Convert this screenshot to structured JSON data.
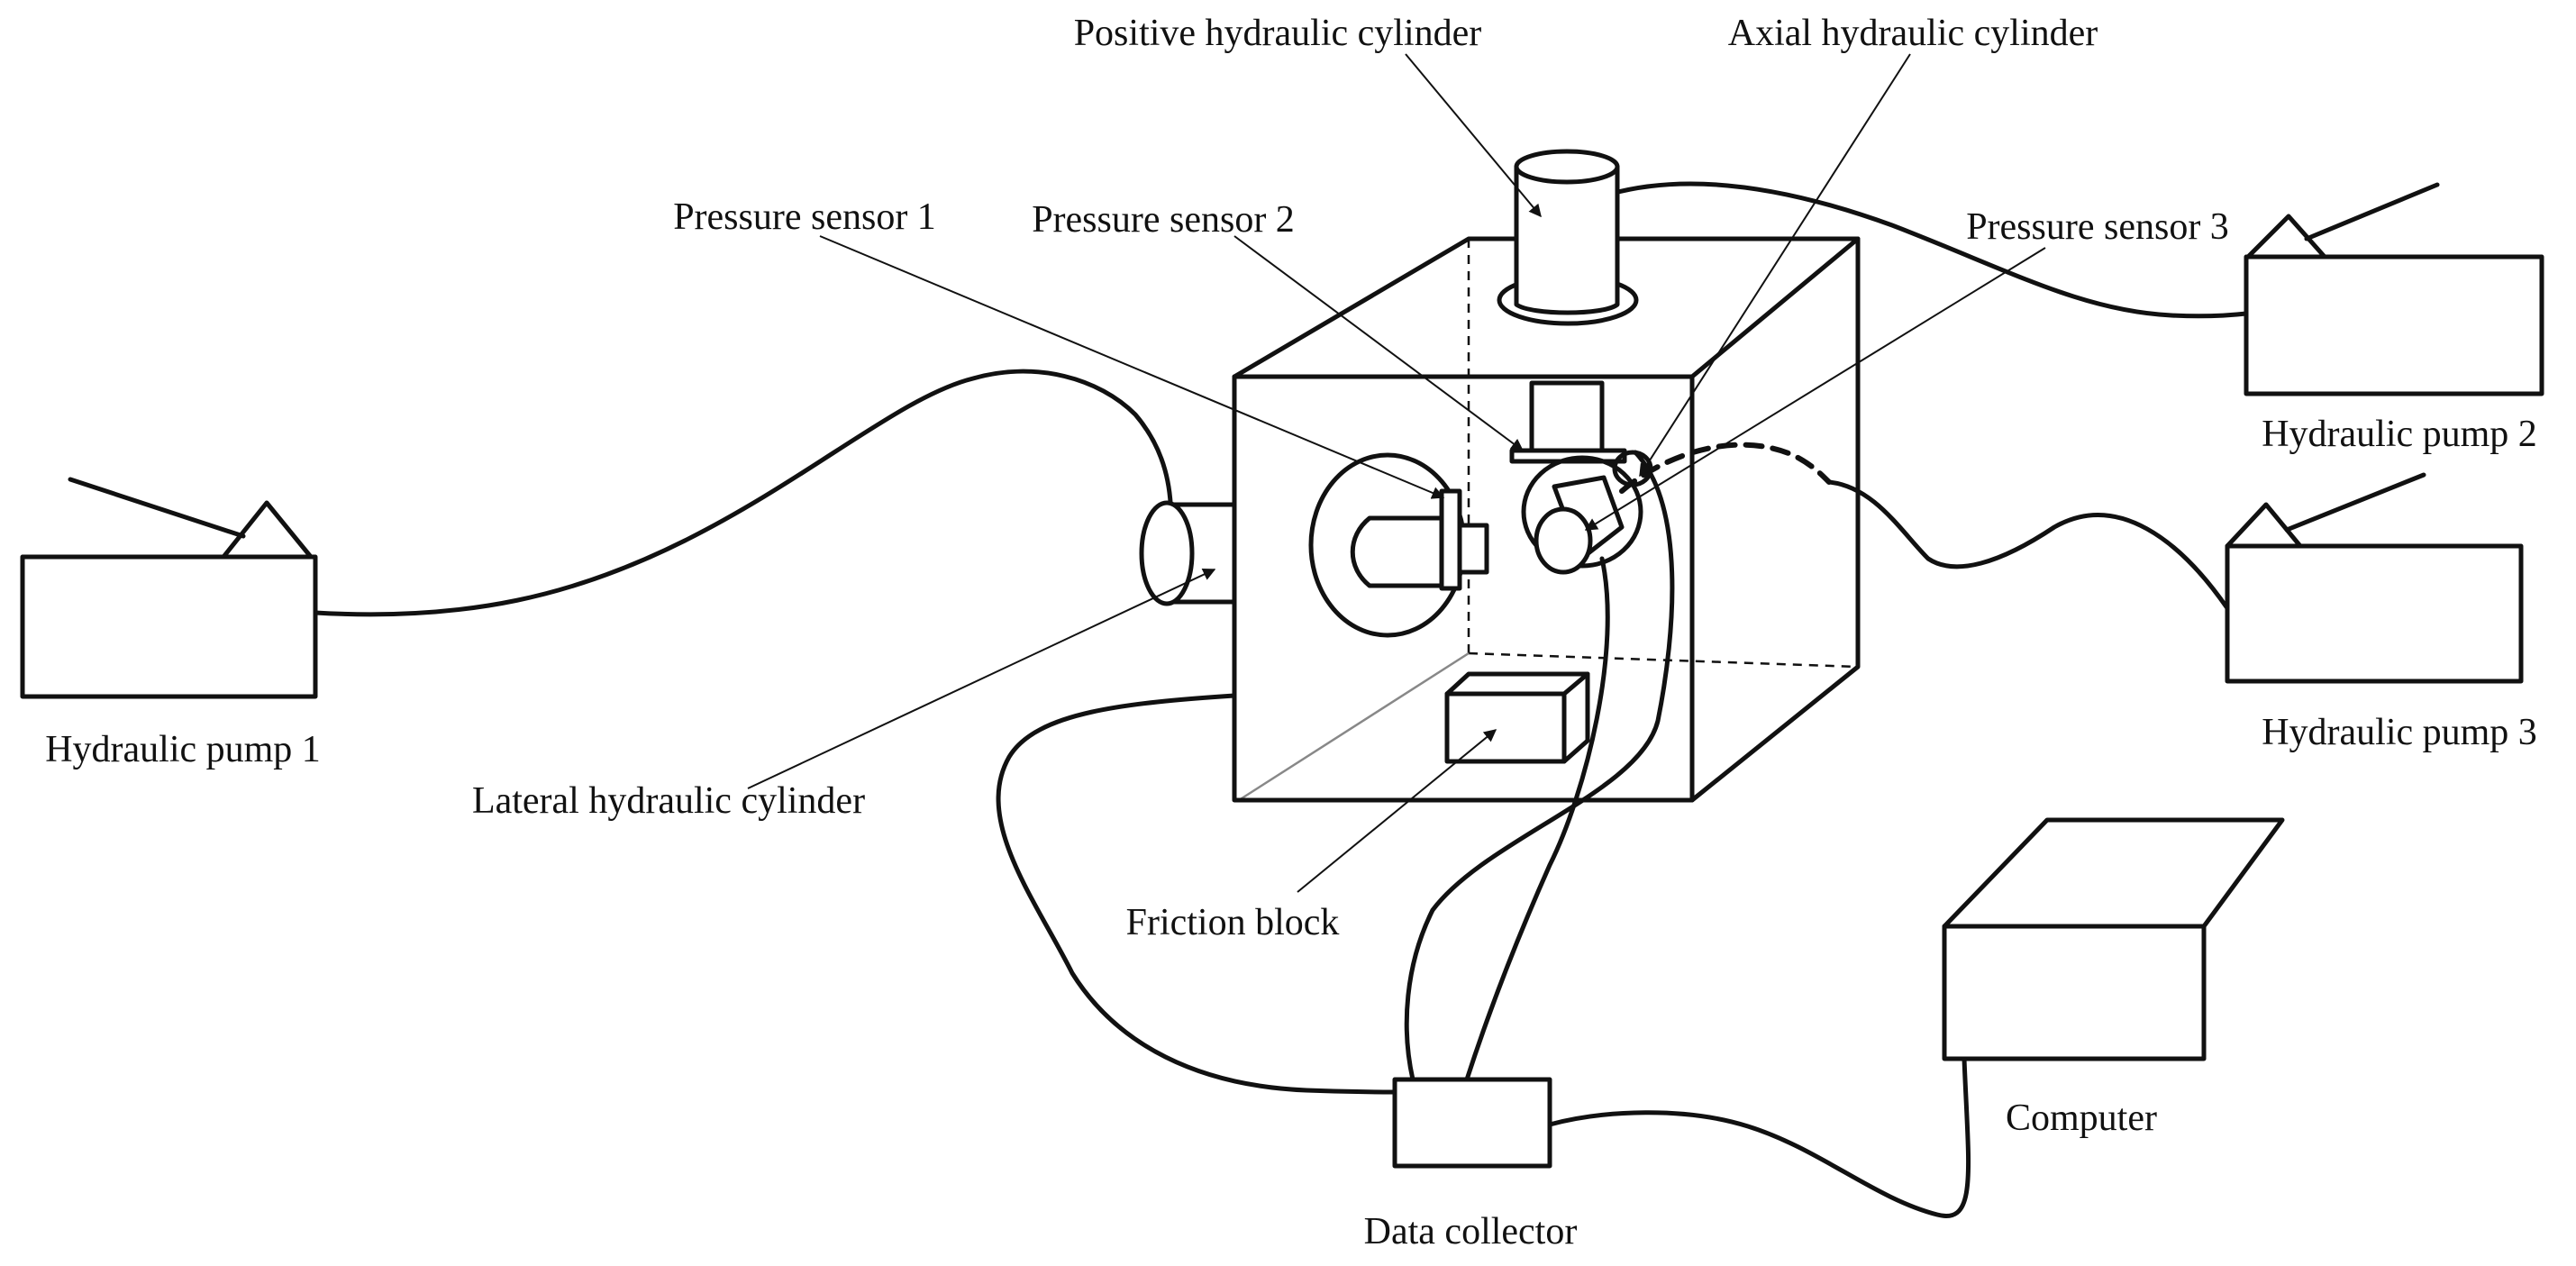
{
  "labels": {
    "positive_cylinder": "Positive hydraulic cylinder",
    "axial_cylinder": "Axial hydraulic cylinder",
    "pressure_sensor_1": "Pressure sensor 1",
    "pressure_sensor_2": "Pressure sensor 2",
    "pressure_sensor_3": "Pressure sensor 3",
    "pump_1": "Hydraulic pump 1",
    "pump_2": "Hydraulic pump 2",
    "pump_3": "Hydraulic pump 3",
    "lateral_cylinder": "Lateral hydraulic cylinder",
    "friction_block": "Friction block",
    "data_collector": "Data collector",
    "computer": "Computer"
  }
}
